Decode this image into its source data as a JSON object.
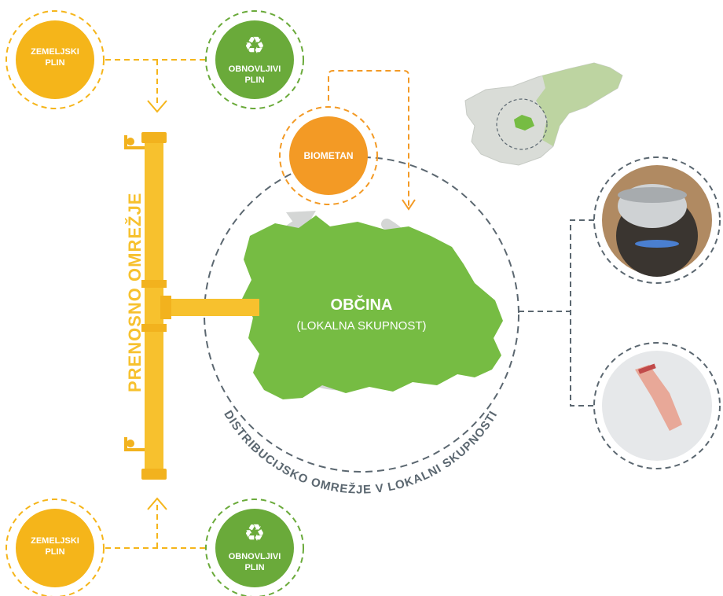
{
  "sources": {
    "top_natural_gas": "ZEMELJSKI\nPLIN",
    "top_renewable_gas": "OBNOVLJIVI\nPLIN",
    "bottom_natural_gas": "ZEMELJSKI\nPLIN",
    "bottom_renewable_gas": "OBNOVLJIVI\nPLIN",
    "recycle_icon": "recycle-icon"
  },
  "biomethane": "BIOMETAN",
  "transmission_network": "PRENOSNO OMREŽJE",
  "municipality": {
    "title": "OBČINA",
    "subtitle": "(LOKALNA SKUPNOST)"
  },
  "distribution_network": "DISTRIBUCIJSKO OMREŽJE V LOKALNI SKUPNOSTI",
  "colors": {
    "natural_gas": "#f5b51a",
    "renewable_gas": "#6aaa3a",
    "biomethane": "#f39a25",
    "municipality": "#76bc43",
    "pipe": "#f7c12e",
    "dash": "#5b6770"
  },
  "photos": [
    "cooking-photo",
    "hand-washing-photo"
  ]
}
